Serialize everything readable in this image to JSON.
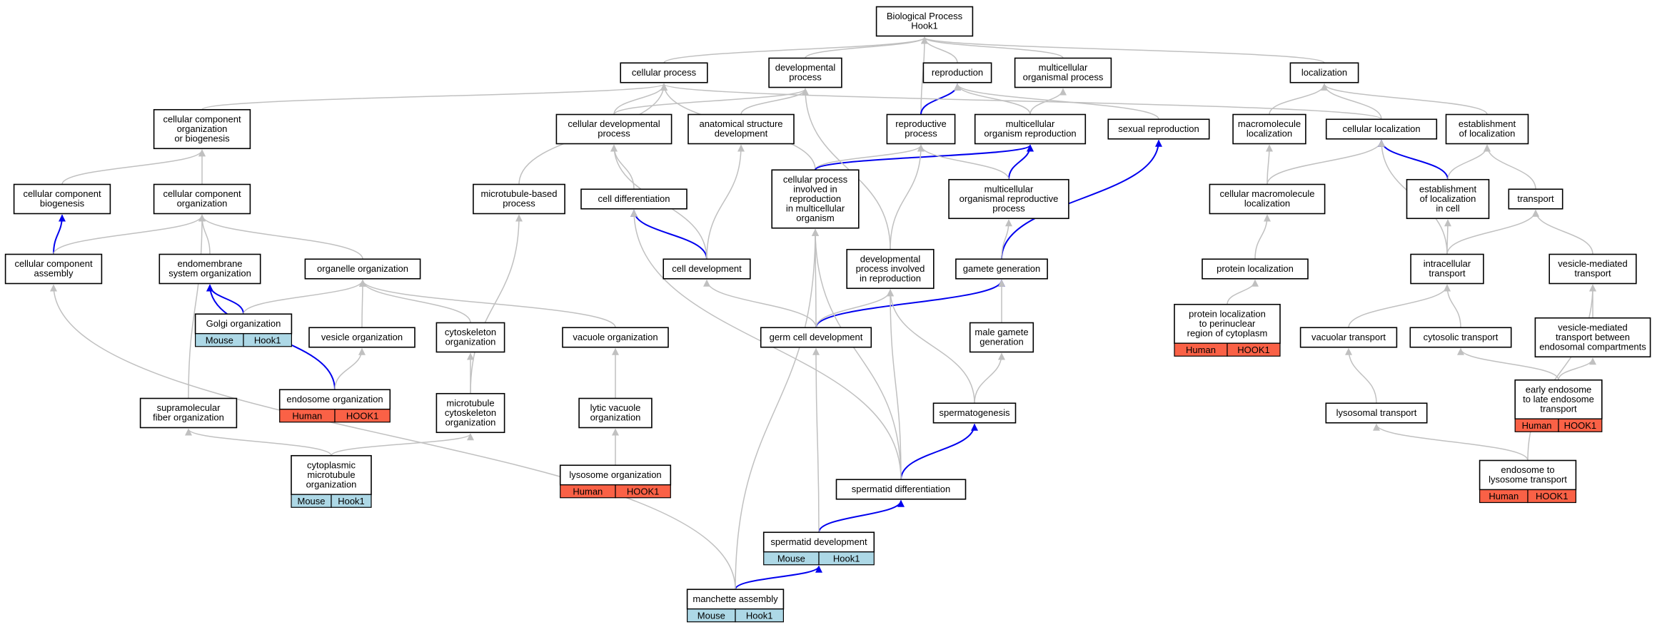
{
  "colors": {
    "gray_edge": "#c0c0c0",
    "blue_edge": "#0000ee",
    "human": "#fa6146",
    "mouse": "#add8e6"
  },
  "nodes": {
    "root": {
      "lines": [
        "Biological Process",
        "Hook1"
      ]
    },
    "cellular_process": {
      "lines": [
        "cellular process"
      ]
    },
    "developmental_process": {
      "lines": [
        "developmental",
        "process"
      ]
    },
    "reproduction": {
      "lines": [
        "reproduction"
      ]
    },
    "multicellular_organismal_process": {
      "lines": [
        "multicellular",
        "organismal process"
      ]
    },
    "localization": {
      "lines": [
        "localization"
      ]
    },
    "cc_org_or_biogenesis": {
      "lines": [
        "cellular component",
        "organization",
        "or biogenesis"
      ]
    },
    "cellular_developmental_process": {
      "lines": [
        "cellular developmental",
        "process"
      ]
    },
    "anatomical_structure_development": {
      "lines": [
        "anatomical structure",
        "development"
      ]
    },
    "reproductive_process": {
      "lines": [
        "reproductive",
        "process"
      ]
    },
    "multicellular_organism_reproduction": {
      "lines": [
        "multicellular",
        "organism reproduction"
      ]
    },
    "sexual_reproduction": {
      "lines": [
        "sexual reproduction"
      ]
    },
    "macromolecule_localization": {
      "lines": [
        "macromolecule",
        "localization"
      ]
    },
    "cellular_localization": {
      "lines": [
        "cellular localization"
      ]
    },
    "establishment_of_localization": {
      "lines": [
        "establishment",
        "of localization"
      ]
    },
    "cc_biogenesis": {
      "lines": [
        "cellular component",
        "biogenesis"
      ]
    },
    "cc_organization": {
      "lines": [
        "cellular component",
        "organization"
      ]
    },
    "microtubule_based_process": {
      "lines": [
        "microtubule-based",
        "process"
      ]
    },
    "cell_differentiation": {
      "lines": [
        "cell differentiation"
      ]
    },
    "cellular_process_reproduction": {
      "lines": [
        "cellular process",
        "involved in",
        "reproduction",
        "in multicellular",
        "organism"
      ]
    },
    "multicellular_organismal_reproductive_process": {
      "lines": [
        "multicellular",
        "organismal reproductive",
        "process"
      ]
    },
    "cellular_macromolecule_localization": {
      "lines": [
        "cellular macromolecule",
        "localization"
      ]
    },
    "establishment_localization_in_cell": {
      "lines": [
        "establishment",
        "of localization",
        "in cell"
      ]
    },
    "transport": {
      "lines": [
        "transport"
      ]
    },
    "cc_assembly": {
      "lines": [
        "cellular component",
        "assembly"
      ]
    },
    "endomembrane_system_organization": {
      "lines": [
        "endomembrane",
        "system organization"
      ]
    },
    "organelle_organization": {
      "lines": [
        "organelle organization"
      ]
    },
    "cell_development": {
      "lines": [
        "cell development"
      ]
    },
    "developmental_process_reproduction": {
      "lines": [
        "developmental",
        "process involved",
        "in reproduction"
      ]
    },
    "gamete_generation": {
      "lines": [
        "gamete generation"
      ]
    },
    "protein_localization": {
      "lines": [
        "protein localization"
      ]
    },
    "intracellular_transport": {
      "lines": [
        "intracellular",
        "transport"
      ]
    },
    "vesicle_mediated_transport": {
      "lines": [
        "vesicle-mediated",
        "transport"
      ]
    },
    "golgi_organization": {
      "lines": [
        "Golgi organization"
      ],
      "tags": [
        {
          "text": "Mouse",
          "kind": "mouse"
        },
        {
          "text": "Hook1",
          "kind": "mouse"
        }
      ]
    },
    "vesicle_organization": {
      "lines": [
        "vesicle organization"
      ]
    },
    "cytoskeleton_organization": {
      "lines": [
        "cytoskeleton",
        "organization"
      ]
    },
    "vacuole_organization": {
      "lines": [
        "vacuole organization"
      ]
    },
    "germ_cell_development": {
      "lines": [
        "germ cell development"
      ]
    },
    "male_gamete_generation": {
      "lines": [
        "male gamete",
        "generation"
      ]
    },
    "protein_localization_perinuclear": {
      "lines": [
        "protein localization",
        "to perinuclear",
        "region of cytoplasm"
      ],
      "tags": [
        {
          "text": "Human",
          "kind": "human"
        },
        {
          "text": "HOOK1",
          "kind": "human"
        }
      ]
    },
    "vacuolar_transport": {
      "lines": [
        "vacuolar transport"
      ]
    },
    "cytosolic_transport": {
      "lines": [
        "cytosolic transport"
      ]
    },
    "vesicle_transport_endosomal": {
      "lines": [
        "vesicle-mediated",
        "transport between",
        "endosomal compartments"
      ]
    },
    "endosome_organization": {
      "lines": [
        "endosome organization"
      ],
      "tags": [
        {
          "text": "Human",
          "kind": "human"
        },
        {
          "text": "HOOK1",
          "kind": "human"
        }
      ]
    },
    "supramolecular_fiber_organization": {
      "lines": [
        "supramolecular",
        "fiber organization"
      ]
    },
    "microtubule_cytoskeleton_organization": {
      "lines": [
        "microtubule",
        "cytoskeleton",
        "organization"
      ]
    },
    "lytic_vacuole_organization": {
      "lines": [
        "lytic vacuole",
        "organization"
      ]
    },
    "spermatogenesis": {
      "lines": [
        "spermatogenesis"
      ]
    },
    "lysosomal_transport": {
      "lines": [
        "lysosomal transport"
      ]
    },
    "early_to_late_endosome_transport": {
      "lines": [
        "early endosome",
        "to late endosome",
        "transport"
      ],
      "tags": [
        {
          "text": "Human",
          "kind": "human"
        },
        {
          "text": "HOOK1",
          "kind": "human"
        }
      ]
    },
    "cytoplasmic_microtubule_organization": {
      "lines": [
        "cytoplasmic",
        "microtubule",
        "organization"
      ],
      "tags": [
        {
          "text": "Mouse",
          "kind": "mouse"
        },
        {
          "text": "Hook1",
          "kind": "mouse"
        }
      ]
    },
    "lysosome_organization": {
      "lines": [
        "lysosome organization"
      ],
      "tags": [
        {
          "text": "Human",
          "kind": "human"
        },
        {
          "text": "HOOK1",
          "kind": "human"
        }
      ]
    },
    "spermatid_differentiation": {
      "lines": [
        "spermatid differentiation"
      ]
    },
    "endosome_to_lysosome_transport": {
      "lines": [
        "endosome to",
        "lysosome transport"
      ],
      "tags": [
        {
          "text": "Human",
          "kind": "human"
        },
        {
          "text": "HOOK1",
          "kind": "human"
        }
      ]
    },
    "spermatid_development": {
      "lines": [
        "spermatid development"
      ],
      "tags": [
        {
          "text": "Mouse",
          "kind": "mouse"
        },
        {
          "text": "Hook1",
          "kind": "mouse"
        }
      ]
    },
    "manchette_assembly": {
      "lines": [
        "manchette assembly"
      ],
      "tags": [
        {
          "text": "Mouse",
          "kind": "mouse"
        },
        {
          "text": "Hook1",
          "kind": "mouse"
        }
      ]
    }
  },
  "edges": [
    {
      "from": "cellular_process",
      "to": "root",
      "color": "gray"
    },
    {
      "from": "developmental_process",
      "to": "root",
      "color": "gray"
    },
    {
      "from": "reproduction",
      "to": "root",
      "color": "gray"
    },
    {
      "from": "multicellular_organismal_process",
      "to": "root",
      "color": "gray"
    },
    {
      "from": "localization",
      "to": "root",
      "color": "gray"
    },
    {
      "from": "reproductive_process",
      "to": "root",
      "color": "gray"
    },
    {
      "from": "cc_org_or_biogenesis",
      "to": "cellular_process",
      "color": "gray"
    },
    {
      "from": "cellular_developmental_process",
      "to": "cellular_process",
      "color": "gray"
    },
    {
      "from": "cellular_developmental_process",
      "to": "developmental_process",
      "color": "gray"
    },
    {
      "from": "anatomical_structure_development",
      "to": "developmental_process",
      "color": "gray"
    },
    {
      "from": "reproductive_process",
      "to": "reproduction",
      "color": "blue"
    },
    {
      "from": "multicellular_organism_reproduction",
      "to": "reproduction",
      "color": "gray"
    },
    {
      "from": "multicellular_organism_reproduction",
      "to": "multicellular_organismal_process",
      "color": "gray"
    },
    {
      "from": "sexual_reproduction",
      "to": "reproduction",
      "color": "gray"
    },
    {
      "from": "macromolecule_localization",
      "to": "localization",
      "color": "gray"
    },
    {
      "from": "cellular_localization",
      "to": "localization",
      "color": "gray"
    },
    {
      "from": "cellular_localization",
      "to": "cellular_process",
      "color": "gray"
    },
    {
      "from": "establishment_of_localization",
      "to": "localization",
      "color": "gray"
    },
    {
      "from": "cc_biogenesis",
      "to": "cc_org_or_biogenesis",
      "color": "gray"
    },
    {
      "from": "cc_organization",
      "to": "cc_org_or_biogenesis",
      "color": "gray"
    },
    {
      "from": "microtubule_based_process",
      "to": "cellular_process",
      "color": "gray"
    },
    {
      "from": "cell_differentiation",
      "to": "cellular_developmental_process",
      "color": "gray"
    },
    {
      "from": "cellular_process_reproduction",
      "to": "cellular_process",
      "color": "gray"
    },
    {
      "from": "cellular_process_reproduction",
      "to": "reproductive_process",
      "color": "gray"
    },
    {
      "from": "cellular_process_reproduction",
      "to": "multicellular_organism_reproduction",
      "color": "blue"
    },
    {
      "from": "multicellular_organismal_reproductive_process",
      "to": "multicellular_organism_reproduction",
      "color": "blue"
    },
    {
      "from": "multicellular_organismal_reproductive_process",
      "to": "reproductive_process",
      "color": "gray"
    },
    {
      "from": "cellular_macromolecule_localization",
      "to": "macromolecule_localization",
      "color": "gray"
    },
    {
      "from": "cellular_macromolecule_localization",
      "to": "cellular_localization",
      "color": "gray"
    },
    {
      "from": "establishment_localization_in_cell",
      "to": "cellular_localization",
      "color": "blue"
    },
    {
      "from": "establishment_localization_in_cell",
      "to": "establishment_of_localization",
      "color": "gray"
    },
    {
      "from": "transport",
      "to": "establishment_of_localization",
      "color": "gray"
    },
    {
      "from": "cc_assembly",
      "to": "cc_biogenesis",
      "color": "blue"
    },
    {
      "from": "cc_assembly",
      "to": "cc_organization",
      "color": "gray"
    },
    {
      "from": "endomembrane_system_organization",
      "to": "cc_organization",
      "color": "gray"
    },
    {
      "from": "organelle_organization",
      "to": "cc_organization",
      "color": "gray"
    },
    {
      "from": "cell_development",
      "to": "cell_differentiation",
      "color": "blue"
    },
    {
      "from": "cell_development",
      "to": "cellular_developmental_process",
      "color": "gray"
    },
    {
      "from": "cell_development",
      "to": "anatomical_structure_development",
      "color": "gray"
    },
    {
      "from": "developmental_process_reproduction",
      "to": "developmental_process",
      "color": "gray"
    },
    {
      "from": "developmental_process_reproduction",
      "to": "reproductive_process",
      "color": "gray"
    },
    {
      "from": "gamete_generation",
      "to": "sexual_reproduction",
      "color": "blue"
    },
    {
      "from": "gamete_generation",
      "to": "multicellular_organismal_reproductive_process",
      "color": "gray"
    },
    {
      "from": "protein_localization",
      "to": "cellular_macromolecule_localization",
      "color": "gray"
    },
    {
      "from": "intracellular_transport",
      "to": "cellular_localization",
      "color": "gray"
    },
    {
      "from": "intracellular_transport",
      "to": "establishment_localization_in_cell",
      "color": "gray"
    },
    {
      "from": "intracellular_transport",
      "to": "transport",
      "color": "gray"
    },
    {
      "from": "vesicle_mediated_transport",
      "to": "transport",
      "color": "gray"
    },
    {
      "from": "golgi_organization",
      "to": "endomembrane_system_organization",
      "color": "blue"
    },
    {
      "from": "golgi_organization",
      "to": "organelle_organization",
      "color": "gray"
    },
    {
      "from": "vesicle_organization",
      "to": "organelle_organization",
      "color": "gray"
    },
    {
      "from": "cytoskeleton_organization",
      "to": "organelle_organization",
      "color": "gray"
    },
    {
      "from": "vacuole_organization",
      "to": "organelle_organization",
      "color": "gray"
    },
    {
      "from": "germ_cell_development",
      "to": "cell_development",
      "color": "gray"
    },
    {
      "from": "germ_cell_development",
      "to": "gamete_generation",
      "color": "blue"
    },
    {
      "from": "germ_cell_development",
      "to": "developmental_process_reproduction",
      "color": "gray"
    },
    {
      "from": "germ_cell_development",
      "to": "cellular_process_reproduction",
      "color": "gray"
    },
    {
      "from": "male_gamete_generation",
      "to": "gamete_generation",
      "color": "gray"
    },
    {
      "from": "protein_localization_perinuclear",
      "to": "protein_localization",
      "color": "gray"
    },
    {
      "from": "vacuolar_transport",
      "to": "intracellular_transport",
      "color": "gray"
    },
    {
      "from": "cytosolic_transport",
      "to": "intracellular_transport",
      "color": "gray"
    },
    {
      "from": "vesicle_transport_endosomal",
      "to": "vesicle_mediated_transport",
      "color": "gray"
    },
    {
      "from": "endosome_organization",
      "to": "endomembrane_system_organization",
      "color": "blue"
    },
    {
      "from": "endosome_organization",
      "to": "vesicle_organization",
      "color": "gray"
    },
    {
      "from": "supramolecular_fiber_organization",
      "to": "cc_organization",
      "color": "gray"
    },
    {
      "from": "microtubule_cytoskeleton_organization",
      "to": "cytoskeleton_organization",
      "color": "gray"
    },
    {
      "from": "microtubule_cytoskeleton_organization",
      "to": "microtubule_based_process",
      "color": "gray"
    },
    {
      "from": "lytic_vacuole_organization",
      "to": "vacuole_organization",
      "color": "gray"
    },
    {
      "from": "spermatogenesis",
      "to": "male_gamete_generation",
      "color": "gray"
    },
    {
      "from": "spermatogenesis",
      "to": "developmental_process_reproduction",
      "color": "gray"
    },
    {
      "from": "lysosomal_transport",
      "to": "vacuolar_transport",
      "color": "gray"
    },
    {
      "from": "early_to_late_endosome_transport",
      "to": "vesicle_transport_endosomal",
      "color": "gray"
    },
    {
      "from": "early_to_late_endosome_transport",
      "to": "cytosolic_transport",
      "color": "gray"
    },
    {
      "from": "cytoplasmic_microtubule_organization",
      "to": "supramolecular_fiber_organization",
      "color": "gray"
    },
    {
      "from": "cytoplasmic_microtubule_organization",
      "to": "microtubule_cytoskeleton_organization",
      "color": "gray"
    },
    {
      "from": "lysosome_organization",
      "to": "lytic_vacuole_organization",
      "color": "gray"
    },
    {
      "from": "spermatid_differentiation",
      "to": "spermatogenesis",
      "color": "blue"
    },
    {
      "from": "spermatid_differentiation",
      "to": "cell_differentiation",
      "color": "gray"
    },
    {
      "from": "spermatid_differentiation",
      "to": "developmental_process_reproduction",
      "color": "gray"
    },
    {
      "from": "spermatid_differentiation",
      "to": "cellular_process_reproduction",
      "color": "gray"
    },
    {
      "from": "endosome_to_lysosome_transport",
      "to": "lysosomal_transport",
      "color": "gray"
    },
    {
      "from": "endosome_to_lysosome_transport",
      "to": "vesicle_mediated_transport",
      "color": "gray"
    },
    {
      "from": "spermatid_development",
      "to": "spermatid_differentiation",
      "color": "blue"
    },
    {
      "from": "spermatid_development",
      "to": "germ_cell_development",
      "color": "gray"
    },
    {
      "from": "manchette_assembly",
      "to": "spermatid_development",
      "color": "blue"
    },
    {
      "from": "manchette_assembly",
      "to": "cc_assembly",
      "color": "gray"
    },
    {
      "from": "manchette_assembly",
      "to": "cellular_process_reproduction",
      "color": "gray"
    }
  ]
}
